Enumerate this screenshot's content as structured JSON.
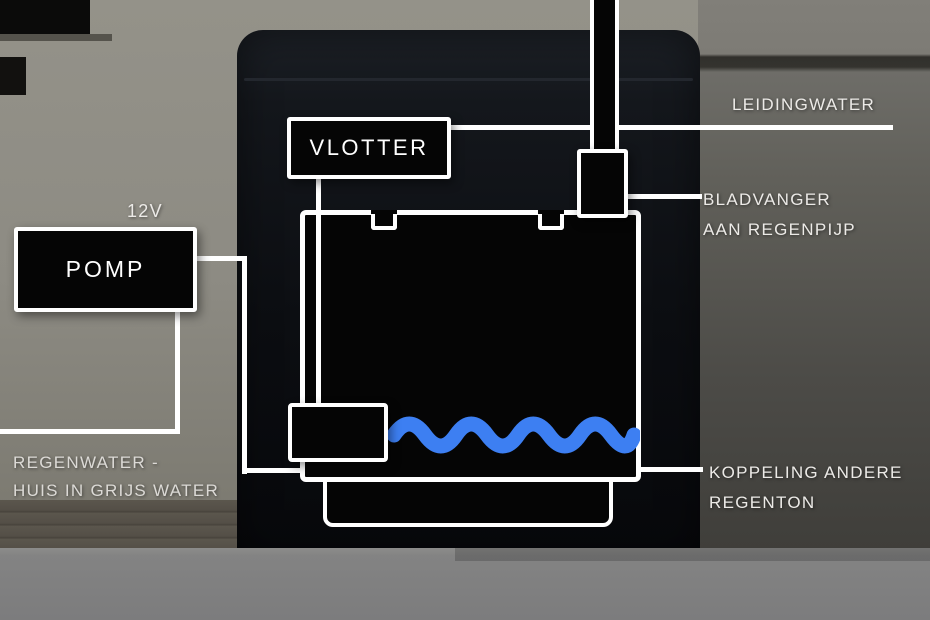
{
  "diagram": {
    "vlotter_label": "VLOTTER",
    "pomp_label": "POMP",
    "voltage_label": "12V",
    "leidingwater_label": "LEIDINGWATER",
    "bladvanger_line1": "BLADVANGER",
    "bladvanger_line2": "AAN REGENPIJP",
    "koppeling_line1": "KOPPELING ANDERE",
    "koppeling_line2": "REGENTON",
    "regenwater_line1": "REGENWATER -",
    "regenwater_line2": "HUIS IN GRIJS WATER"
  },
  "colors": {
    "diagram_line": "#ffffff",
    "diagram_box_fill": "#050505",
    "water": "#3d7ff2",
    "label_text": "#eceae7",
    "wall_gray": "#8f8d86"
  }
}
